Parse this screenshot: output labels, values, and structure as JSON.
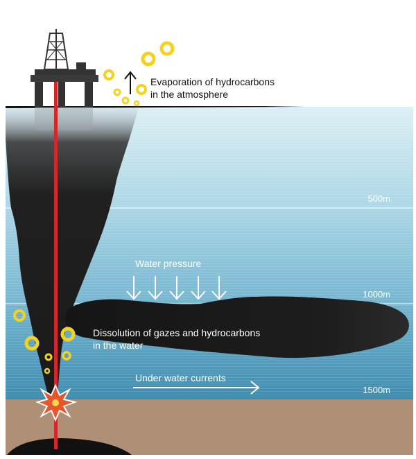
{
  "labels": {
    "evaporation_line1": "Evaporation of hydrocarbons",
    "evaporation_line2": "in the atmosphere",
    "depth_500": "500m",
    "depth_1000": "1000m",
    "depth_1500": "1500m",
    "water_pressure": "Water pressure",
    "dissolution_line1": "Dissolution of gazes and hydrocarbons",
    "dissolution_line2": "in the water",
    "currents": "Under water currents"
  },
  "colors": {
    "water_top": "#d6ecf3",
    "water_bottom": "#3f8fb3",
    "seabed": "#b08f77",
    "oil": "#1f1f1f",
    "pipe": "#d7262a",
    "bubble": "#f4d21e",
    "explosion": "#e8552a"
  },
  "icons": {
    "platform": "oil-rig-icon",
    "bubbles": "gas-bubble-icon",
    "blast": "explosion-icon"
  }
}
